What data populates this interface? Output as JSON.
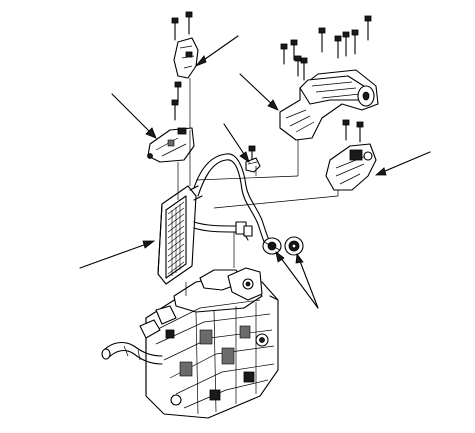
{
  "diagram": {
    "type": "exploded-parts-view",
    "ink_color": "#000000",
    "background_color": "#ffffff",
    "callouts": [
      {
        "id": "upper-bracket"
      },
      {
        "id": "left-bracket"
      },
      {
        "id": "clip"
      },
      {
        "id": "duct"
      },
      {
        "id": "actuator"
      },
      {
        "id": "heater-core"
      },
      {
        "id": "pipe-grommets"
      }
    ]
  }
}
